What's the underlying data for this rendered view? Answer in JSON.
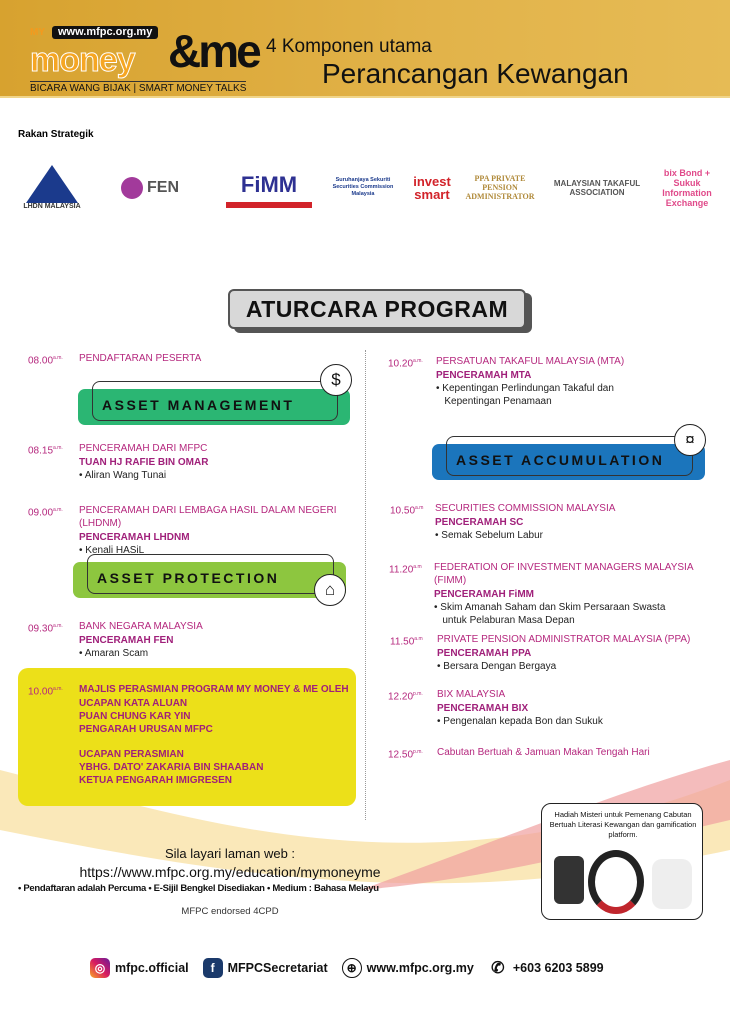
{
  "header": {
    "logo": {
      "my": "MY",
      "url": "www.mfpc.org.my",
      "money": "money",
      "amp_me": "&me",
      "tagline": "BICARA WANG BIJAK | SMART MONEY TALKS"
    },
    "subtitle": "4 Komponen utama",
    "title": "Perancangan Kewangan"
  },
  "partners": {
    "label": "Rakan Strategik",
    "logos": [
      "LHDN MALAYSIA",
      "FEN",
      "FiMM",
      "Suruhanjaya Sekuriti Securities Commission Malaysia",
      "invest smart",
      "PPA PRIVATE PENSION ADMINISTRATOR",
      "MALAYSIAN TAKAFUL ASSOCIATION",
      "bix Bond + Sukuk Information Exchange"
    ]
  },
  "program_title": "ATURCARA PROGRAM",
  "banners": {
    "management": "ASSET MANAGEMENT",
    "protection": "ASSET PROTECTION",
    "accumulation": "ASSET ACCUMULATION"
  },
  "colors": {
    "magenta": "#b5287e",
    "green": "#2bb673",
    "lime": "#8dc63f",
    "blue": "#1b75bc",
    "yellow": "#ece019",
    "gold": "#d7a22f"
  },
  "schedule": [
    {
      "time": "08.00",
      "ampm": "a.m.",
      "lines": [
        {
          "t": "PENDAFTARAN PESERTA",
          "k": "head"
        }
      ]
    },
    {
      "time": "08.15",
      "ampm": "a.m.",
      "lines": [
        {
          "t": "PENCERAMAH DARI MFPC",
          "k": "head"
        },
        {
          "t": "TUAN HJ RAFIE BIN OMAR",
          "k": "sub"
        },
        {
          "t": "• Aliran Wang Tunai",
          "k": "bullet"
        }
      ]
    },
    {
      "time": "09.00",
      "ampm": "a.m.",
      "lines": [
        {
          "t": "PENCERAMAH DARI LEMBAGA HASIL DALAM NEGERI (LHDNM)",
          "k": "head"
        },
        {
          "t": "PENCERAMAH LHDNM",
          "k": "sub"
        },
        {
          "t": "• Kenali HASiL",
          "k": "bullet"
        }
      ]
    },
    {
      "time": "09.30",
      "ampm": "a.m.",
      "lines": [
        {
          "t": "BANK NEGARA MALAYSIA",
          "k": "head"
        },
        {
          "t": "PENCERAMAH FEN",
          "k": "sub"
        },
        {
          "t": "• Amaran Scam",
          "k": "bullet"
        }
      ]
    },
    {
      "time": "10.00",
      "ampm": "a.m.",
      "lines": [
        {
          "t": "MAJLIS PERASMIAN PROGRAM MY MONEY & ME OLEH",
          "k": "sub"
        },
        {
          "t": "UCAPAN KATA ALUAN",
          "k": "sub"
        },
        {
          "t": "PUAN CHUNG KAR YIN",
          "k": "sub"
        },
        {
          "t": "PENGARAH URUSAN MFPC",
          "k": "sub"
        },
        {
          "t": "UCAPAN PERASMIAN",
          "k": "sub"
        },
        {
          "t": "YBHG. DATO' ZAKARIA BIN SHAABAN",
          "k": "sub"
        },
        {
          "t": "KETUA PENGARAH IMIGRESEN",
          "k": "sub"
        }
      ]
    },
    {
      "time": "10.20",
      "ampm": "a.m.",
      "lines": [
        {
          "t": "PERSATUAN TAKAFUL MALAYSIA (MTA)",
          "k": "head"
        },
        {
          "t": "PENCERAMAH MTA",
          "k": "sub"
        },
        {
          "t": "• Kepentingan Perlindungan Takaful dan",
          "k": "bullet"
        },
        {
          "t": "   Kepentingan Penamaan",
          "k": "bullet"
        }
      ]
    },
    {
      "time": "10.50",
      "ampm": "a.m",
      "lines": [
        {
          "t": "SECURITIES COMMISSION MALAYSIA",
          "k": "head"
        },
        {
          "t": "PENCERAMAH SC",
          "k": "sub"
        },
        {
          "t": "• Semak Sebelum Labur",
          "k": "bullet"
        }
      ]
    },
    {
      "time": "11.20",
      "ampm": "a.m",
      "lines": [
        {
          "t": "FEDERATION OF INVESTMENT MANAGERS MALAYSIA (FIMM)",
          "k": "head"
        },
        {
          "t": "PENCERAMAH FiMM",
          "k": "sub"
        },
        {
          "t": "• Skim Amanah Saham dan Skim Persaraan Swasta",
          "k": "bullet"
        },
        {
          "t": "   untuk Pelaburan Masa Depan",
          "k": "bullet"
        }
      ]
    },
    {
      "time": "11.50",
      "ampm": "a.m",
      "lines": [
        {
          "t": "PRIVATE PENSION ADMINISTRATOR MALAYSIA (PPA)",
          "k": "head"
        },
        {
          "t": "PENCERAMAH PPA",
          "k": "sub"
        },
        {
          "t": "• Bersara Dengan Bergaya",
          "k": "bullet"
        }
      ]
    },
    {
      "time": "12.20",
      "ampm": "p.m.",
      "lines": [
        {
          "t": "BIX MALAYSIA",
          "k": "head"
        },
        {
          "t": "PENCERAMAH BIX",
          "k": "sub"
        },
        {
          "t": "• Pengenalan kepada Bon dan Sukuk",
          "k": "bullet"
        }
      ]
    },
    {
      "time": "12.50",
      "ampm": "p.m.",
      "lines": [
        {
          "t": "Cabutan Bertuah & Jamuan Makan Tengah Hari",
          "k": "head"
        }
      ]
    }
  ],
  "prize": "Hadiah Misteri untuk Pemenang Cabutan Bertuah Literasi Kewangan dan gamification platform.",
  "footer": {
    "visit": "Sila layari laman web :",
    "url": "https://www.mfpc.org.my/education/mymoneyme",
    "notes": "• Pendaftaran adalah Percuma  • E-Sijil Bengkel Disediakan  • Medium : Bahasa Melayu",
    "cpd": "MFPC endorsed 4CPD",
    "contacts": {
      "instagram": "mfpc.official",
      "facebook": "MFPCSecretariat",
      "web": "www.mfpc.org.my",
      "phone": "+603 6203 5899"
    }
  }
}
